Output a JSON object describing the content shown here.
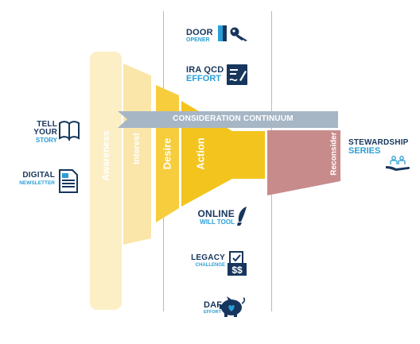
{
  "stages": {
    "awareness": "Awareness",
    "interest": "Interest",
    "desire": "Desire",
    "action": "Action",
    "reconsider": "Reconsider"
  },
  "continuum_label": "CONSIDERATION CONTINUUM",
  "left_items": [
    {
      "line1": "TELL",
      "line2": "YOUR",
      "line3": "STORY",
      "icon": "open-book-icon"
    },
    {
      "line1": "DIGITAL",
      "line2": "NEWSLETTER",
      "icon": "document-icon"
    }
  ],
  "top_items": [
    {
      "line1": "DOOR",
      "line2": "OPENER",
      "icon": "door-key-icon"
    },
    {
      "line1": "IRA QCD",
      "line2": "EFFORT",
      "icon": "signed-form-icon"
    }
  ],
  "bottom_items": [
    {
      "line1": "ONLINE",
      "line2": "WILL TOOL",
      "icon": "quill-pen-icon"
    },
    {
      "line1": "LEGACY",
      "line2": "CHALLENGE",
      "icon": "checklist-dollar-icon"
    },
    {
      "line1": "DAF",
      "line2": "EFFORT",
      "icon": "piggy-bank-icon"
    }
  ],
  "right_item": {
    "line1": "STEWARDSHIP",
    "line2": "SERIES",
    "icon": "hand-people-icon"
  },
  "colors": {
    "awareness": "#fcefc6",
    "interest": "#fbe6a9",
    "desire": "#f7cd3d",
    "action": "#f4c41e",
    "reconsider": "#c88b8b",
    "banner": "#a7b6c5",
    "navy": "#17365d",
    "blue": "#2a9fd6"
  }
}
